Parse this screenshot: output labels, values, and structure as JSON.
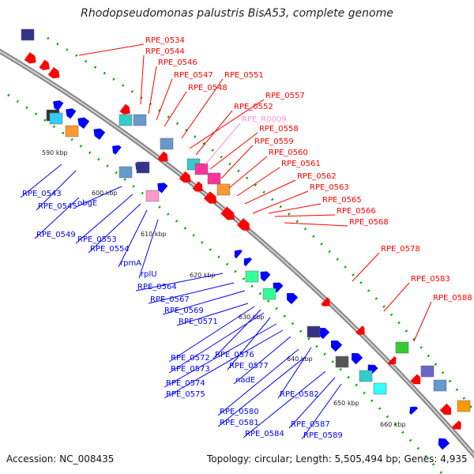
{
  "title": "Rhodopseudomonas palustris BisA53, complete genome",
  "accession": "Accession: NC_008435",
  "topology": "Topology: circular; Length: 5,505,494 bp; Genes: 4,935",
  "colors": {
    "forward": "#ff0000",
    "reverse": "#0000ff",
    "rna": "#ff99cc",
    "backbone": "#888888",
    "tick": "#00aa00"
  },
  "kbp_marks": [
    "590 kbp",
    "600 kbp",
    "610 kbp",
    "620 kbp",
    "630 kbp",
    "640 kbp",
    "650 kbp",
    "660 kbp"
  ],
  "forward_genes": [
    "RPE_0534",
    "RPE_0544",
    "RPE_0546",
    "RPE_0547",
    "RPE_0551",
    "RPE_0548",
    "RPE_0557",
    "RPE_0552",
    "RPE_0558",
    "RPE_0559",
    "RPE_0560",
    "RPE_0561",
    "RPE_0562",
    "RPE_0563",
    "RPE_0565",
    "RPE_0566",
    "RPE_0568",
    "RPE_0578",
    "RPE_0583",
    "RPE_0588"
  ],
  "rna_genes": [
    "RPE_R0009"
  ],
  "reverse_genes": [
    "RPE_0543",
    "RPE_0545",
    "obgE",
    "RPE_0549",
    "RPE_0553",
    "RPE_0554",
    "rpmA",
    "rplU",
    "RPE_0564",
    "RPE_0567",
    "RPE_0569",
    "RPE_0571",
    "RPE_0572",
    "RPE_0576",
    "RPE_0573",
    "RPE_0577",
    "RPE_0574",
    "RPE_0575",
    "nadE",
    "RPE_0582",
    "RPE_0580",
    "RPE_0581",
    "RPE_0584",
    "RPE_0587",
    "RPE_0589"
  ]
}
